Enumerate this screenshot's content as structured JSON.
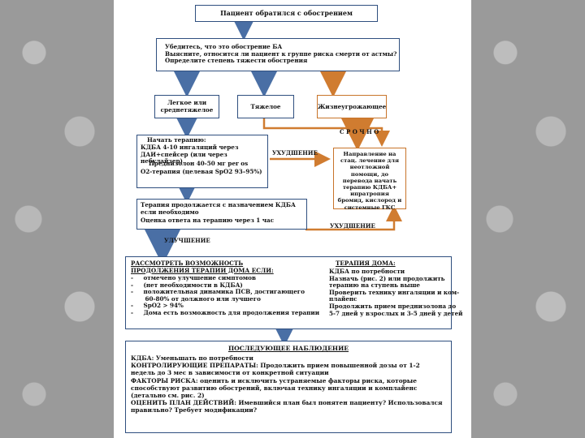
{
  "top_title": "Пациент обратился с обострением",
  "assess": {
    "items": [
      "Убедитесь, что это обострение БА",
      "Выясните, относится ли пациент к группе риска смерти от астмы?",
      "Определите степень тяжести обострения"
    ]
  },
  "severity": {
    "mild": "Легкое или среднетяжелое",
    "severe": "Тяжелое",
    "life": "Жизнеугрожающее"
  },
  "urgent": "С Р О Ч Н О",
  "start": {
    "title": "Начать терапию:",
    "items": [
      "КДБА 4-10 ингаляций через ДАИ+спейсер (или через небулайзер)",
      "Преднизолон 40-50 мг per os",
      "О2-терапия (целевая SpO2 93–95%)"
    ]
  },
  "worse1": "УХУДШЕНИЕ",
  "referral": "Направление на стац. лечение для неотложной помощи, до перевода начать терапию КДБА+ ипратропия бромид, кислород и системные ГКС",
  "continue": {
    "line1": "Терапия продолжается с назначением КДБА если необходимо",
    "line2": "Оценка ответа на терапию через 1 час"
  },
  "worse2": "УХУДШЕНИЕ",
  "better": "УЛУЧШЕНИЕ",
  "discharge": {
    "title": "РАССМОТРЕТЬ ВОЗМОЖНОСТЬ ПРОДОЛЖЕНИЯ ТЕРАПИИ ДОМА ЕСЛИ:",
    "items": [
      "отмечено улучшение симптомов",
      "(нет необходимости в КДБА)",
      "положительная динамика ПСВ, достигающего",
      "60-80% от должного или лучшего",
      "SpO2 > 94%",
      "Дома есть возможность для продолжения терапии"
    ],
    "home_title": "ТЕРАПИЯ ДОМА:",
    "home_items": [
      "КДБА по потребности",
      "Назначь (рис. 2) или продолжить",
      "терапию на ступень выше",
      "Проверить технику ингаляции и ком-",
      "плайенс",
      "Продолжить прием преднизолона до",
      "5-7 дней у взрослых и 3-5 дней у детей"
    ]
  },
  "followup": {
    "title": "ПОСЛЕДУЮЩЕЕ НАБЛЮДЕНИЕ",
    "p1": "КДБА: Уменьшать по потребности",
    "p2": "КОНТРОЛИРУЮЩИЕ ПРЕПАРАТЫ: Продолжить прием повышенной дозы от 1-2 недель до 3 мес в зависимости от конкретной ситуации",
    "p3": "ФАКТОРЫ РИСКА: оценить и исключить устраняемые факторы риска, которые способствуют развитию обострений, включая технику ингаляции и комплайенс (детально см. рис. 2)",
    "p4": "ОЦЕНИТЬ ПЛАН ДЕЙСТВИЙ: Имевшийся план был понятен пациенту? Использовался правильно? Требует модификации?"
  }
}
